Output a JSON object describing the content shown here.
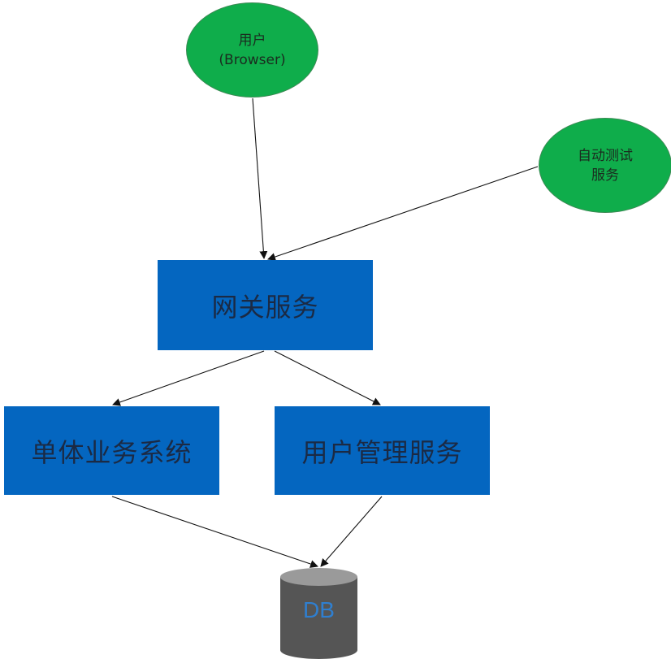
{
  "nodes": {
    "user": {
      "line1": "用户",
      "line2": "(Browser)"
    },
    "autotest": {
      "line1": "自动测试",
      "line2": "服务"
    },
    "gateway": "网关服务",
    "monolith": "单体业务系统",
    "usermgmt": "用户管理服务",
    "db": "DB"
  },
  "colors": {
    "ellipse_fill": "#0fad4b",
    "box_fill": "#0466c0",
    "db_body": "#555555",
    "db_top": "#9a9a9a",
    "db_label": "#2f7fd0",
    "edge": "#111111"
  }
}
